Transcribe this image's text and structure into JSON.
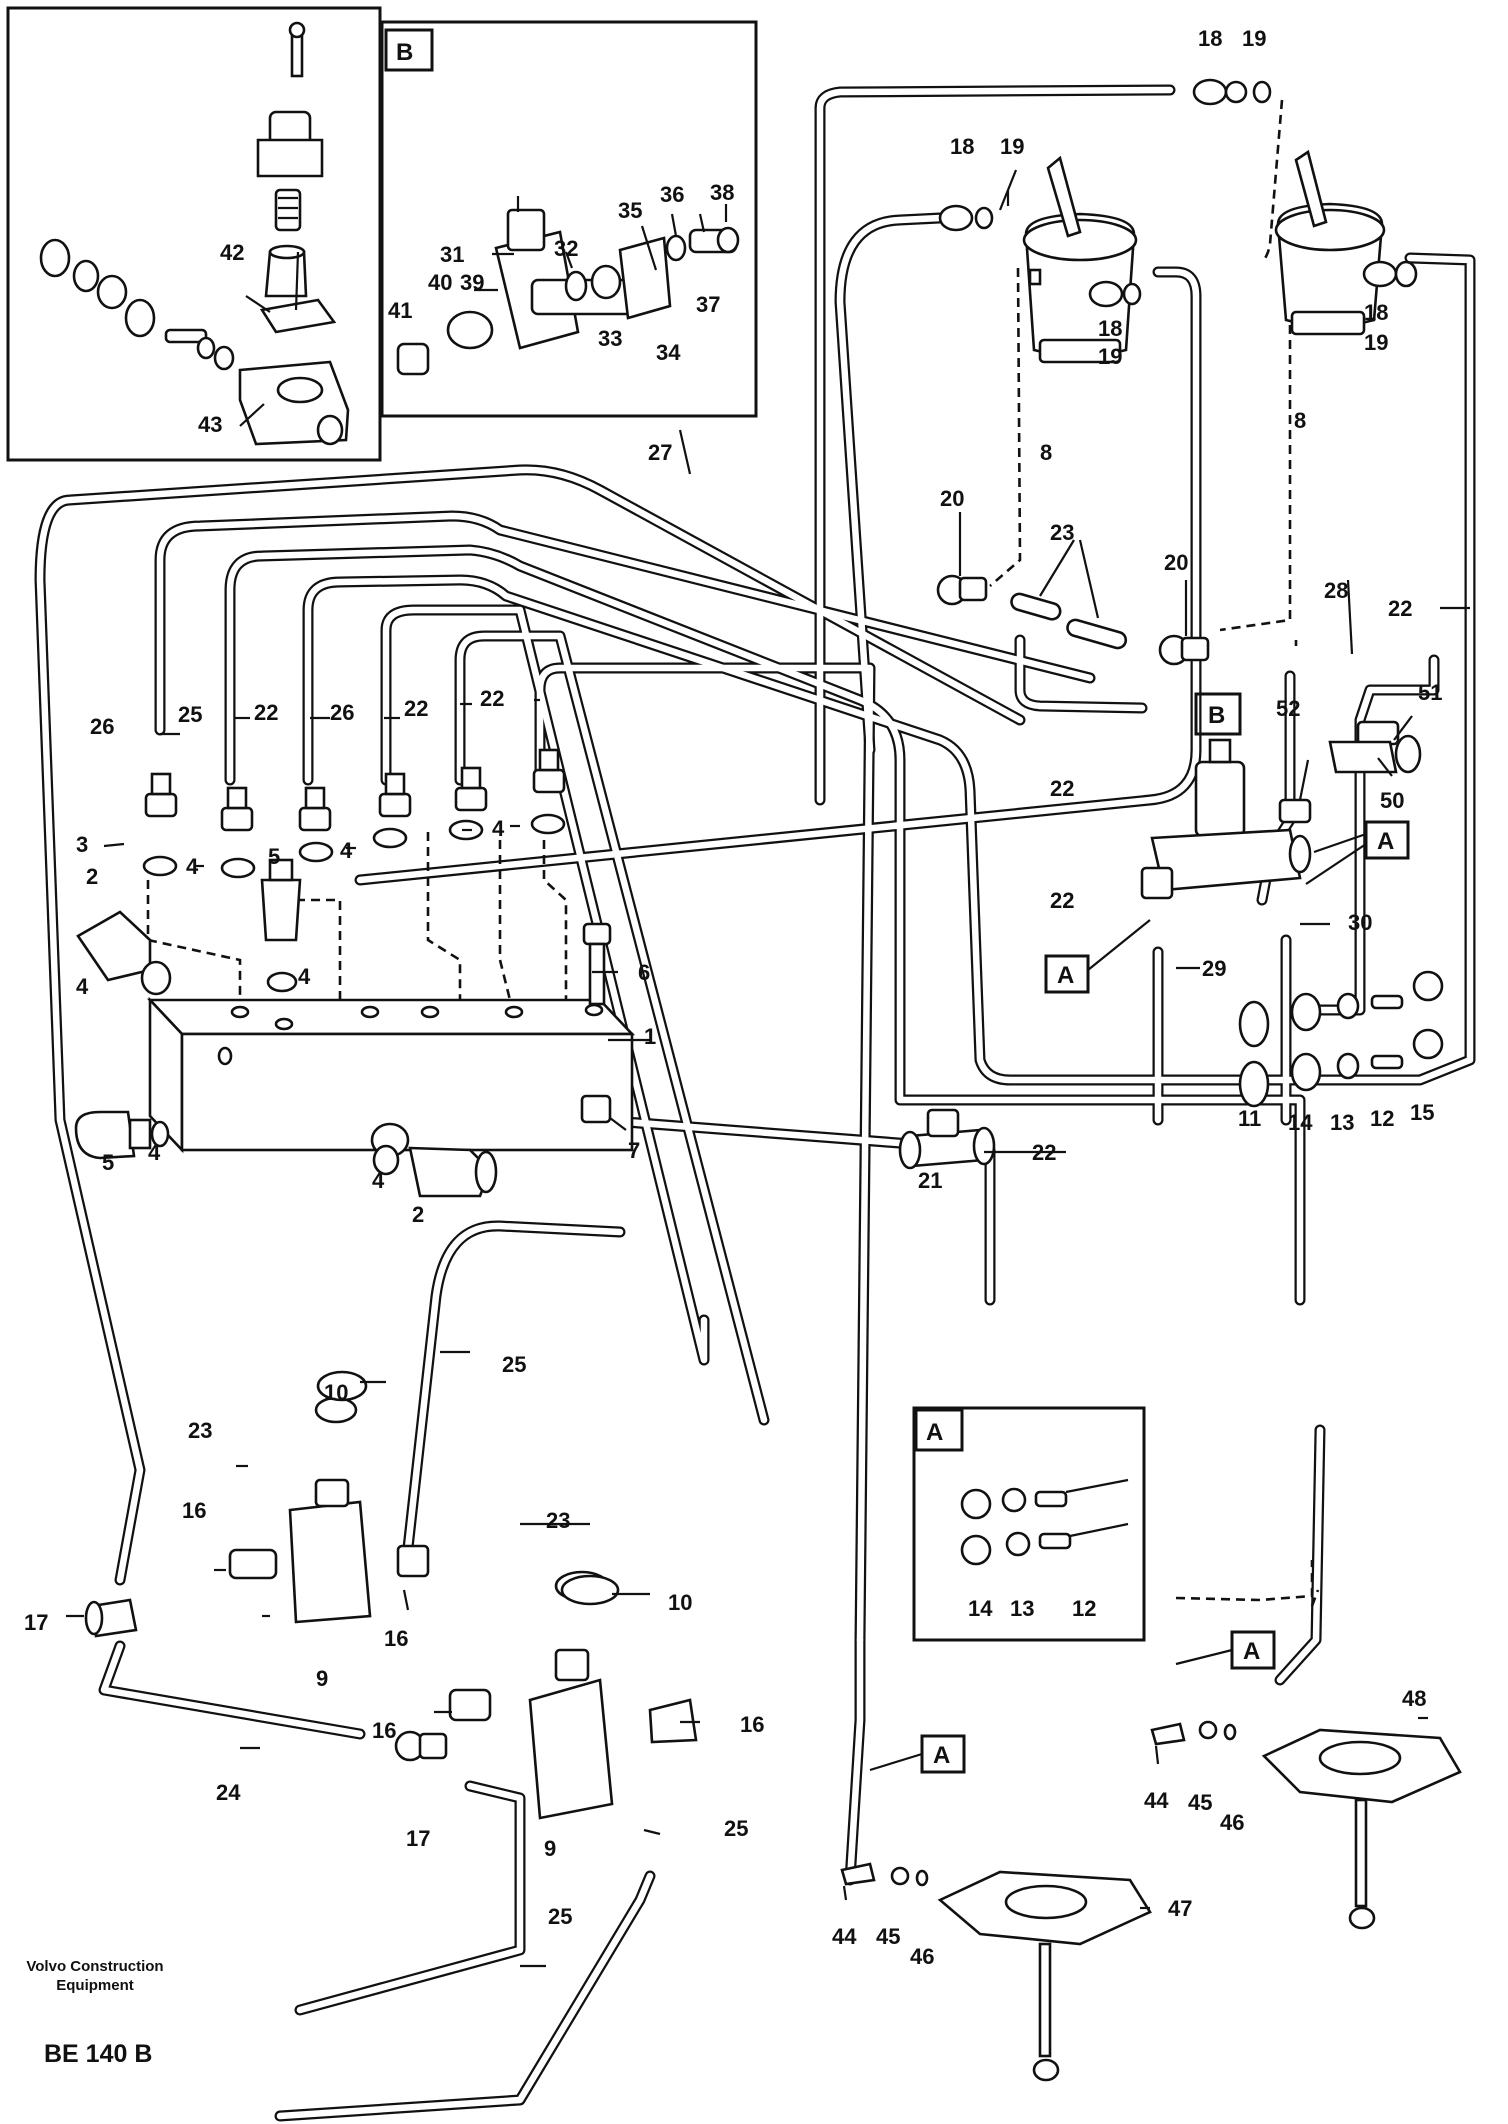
{
  "publisher": {
    "line1": "Volvo Construction",
    "line2": "Equipment"
  },
  "drawing_code": "BE 140 B",
  "detail_boxes": {
    "B": "B",
    "A": "A"
  },
  "part_labels": [
    "1",
    "2",
    "3",
    "4",
    "5",
    "6",
    "7",
    "8",
    "9",
    "10",
    "11",
    "12",
    "13",
    "14",
    "15",
    "16",
    "17",
    "18",
    "19",
    "20",
    "21",
    "22",
    "23",
    "24",
    "25",
    "26",
    "27",
    "28",
    "29",
    "30",
    "31",
    "32",
    "33",
    "34",
    "35",
    "36",
    "37",
    "38",
    "39",
    "40",
    "41",
    "42",
    "43",
    "44",
    "45",
    "46",
    "47",
    "48",
    "50",
    "51",
    "52"
  ]
}
